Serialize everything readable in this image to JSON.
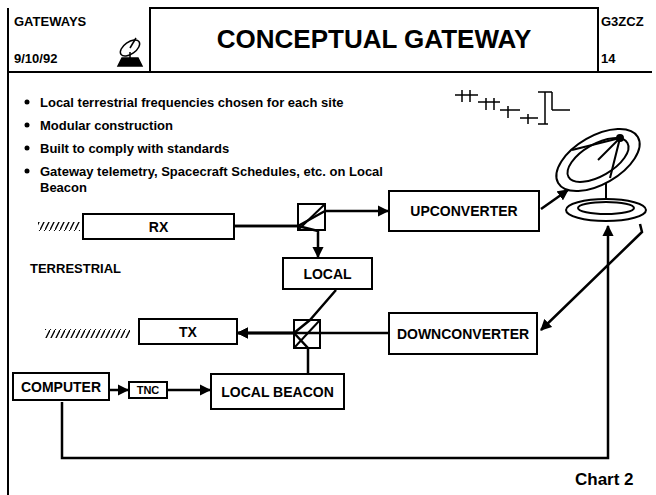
{
  "diagram": {
    "title": "CONCEPTUAL GATEWAY",
    "nodes": [
      {
        "text": [
          "GATEWAYS",
          "9/10/92"
        ]
      },
      {
        "text": [
          "G3ZCZ",
          "14"
        ]
      },
      {
        "text": [
          "RX"
        ]
      },
      {
        "text": [
          "UPCONVERTER"
        ]
      },
      {
        "text": [
          "LOCAL"
        ]
      },
      {
        "text": [
          "TX"
        ]
      },
      {
        "text": [
          "DOWNCONVERTER"
        ]
      },
      {
        "text": [
          "COMPUTER"
        ]
      },
      {
        "text": [
          "TNC"
        ]
      },
      {
        "text": [
          "LOCAL BEACON"
        ]
      }
    ],
    "edges": [
      {
        "from": 2,
        "to": 3,
        "arrow": "to"
      },
      {
        "from": 2,
        "to": 4,
        "arrow": "to"
      },
      {
        "from": 4,
        "to": 5,
        "arrow": "to"
      },
      {
        "from": 6,
        "to": 5,
        "arrow": "to"
      },
      {
        "from": 9,
        "to": 5,
        "arrow": "to"
      },
      {
        "from": 7,
        "to": 8,
        "arrow": "to"
      },
      {
        "from": 8,
        "to": 9,
        "arrow": "to"
      }
    ],
    "labels": [
      "Local terrestrial frequencies chosen for each site",
      "Modular construction",
      "Built to comply with standards",
      "Gateway telemetry, Spacecraft Schedules, etc. on Local Beacon",
      "TERRESTRIAL",
      "Chart 2"
    ]
  }
}
